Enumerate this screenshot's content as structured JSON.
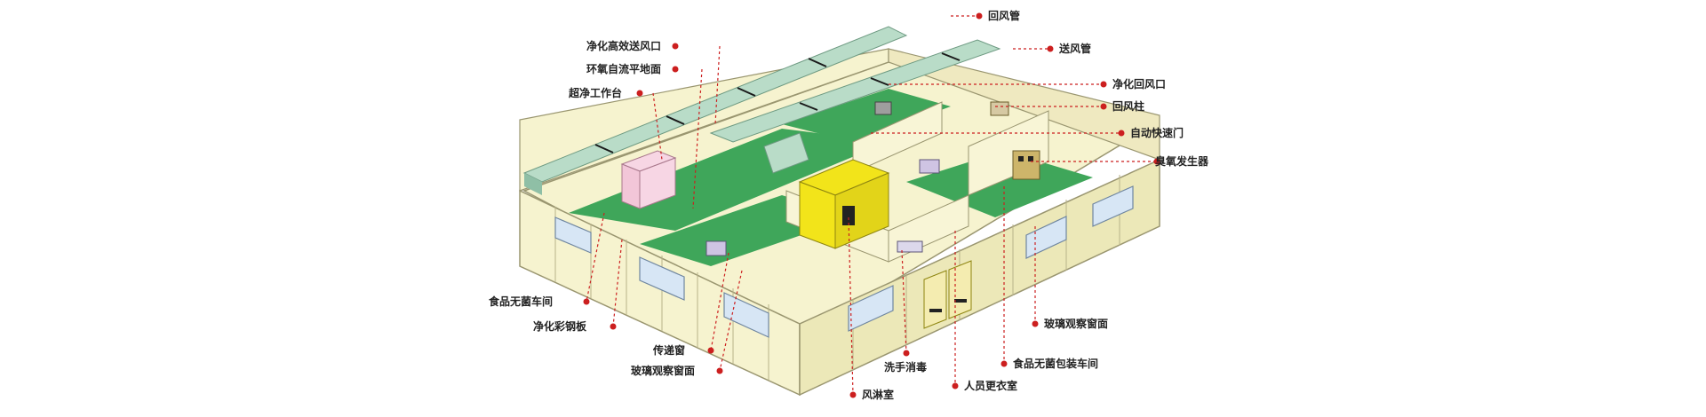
{
  "diagram": {
    "labels": {
      "return_duct": "回风管",
      "supply_duct": "送风管",
      "hepa_outlet": "净化高效送风口",
      "epoxy_floor": "环氧自流平地面",
      "clean_bench": "超净工作台",
      "return_outlet": "净化回风口",
      "return_column": "回风柱",
      "fast_door": "自动快速门",
      "ozone_generator": "臭氧发生器",
      "food_workshop": "食品无菌车间",
      "steel_panel": "净化彩钢板",
      "pass_box": "传递窗",
      "glass_window_left": "玻璃观察窗面",
      "air_shower": "风淋室",
      "hand_wash": "洗手消毒",
      "changing_room": "人员更衣室",
      "packaging_workshop": "食品无菌包装车间",
      "glass_window_right": "玻璃观察窗面"
    },
    "colors": {
      "wall": "#f6f3cf",
      "wall_side": "#ece8b8",
      "floor": "#3fa65a",
      "duct": "#b9dcc8",
      "duct_dark": "#8fbfa6",
      "window": "#d7e6f5",
      "leader": "#cc1f1f",
      "shower": "#f2e41a"
    }
  }
}
